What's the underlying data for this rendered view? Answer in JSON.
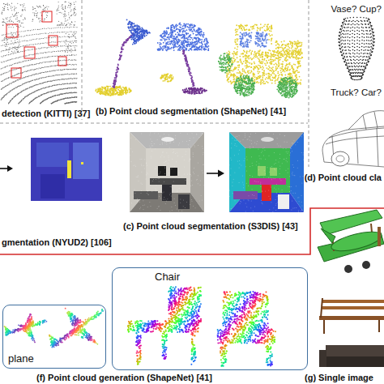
{
  "diagram": {
    "nodes": [
      {
        "text": [
          "plane"
        ]
      },
      {
        "text": [
          "Chair"
        ]
      }
    ],
    "labels": [
      "detection (KITTI) [37]",
      "(b) Point cloud segmentation (ShapeNet) [41]",
      "Vase? Cup?",
      "Truck? Car?",
      "(d) Point cloud cla",
      "(c) Point cloud segmentation (S3DIS) [43]",
      "gmentation (NYUD2) [106]",
      "(f) Point cloud generation (ShapeNet) [41]",
      "(g) Single image"
    ]
  }
}
